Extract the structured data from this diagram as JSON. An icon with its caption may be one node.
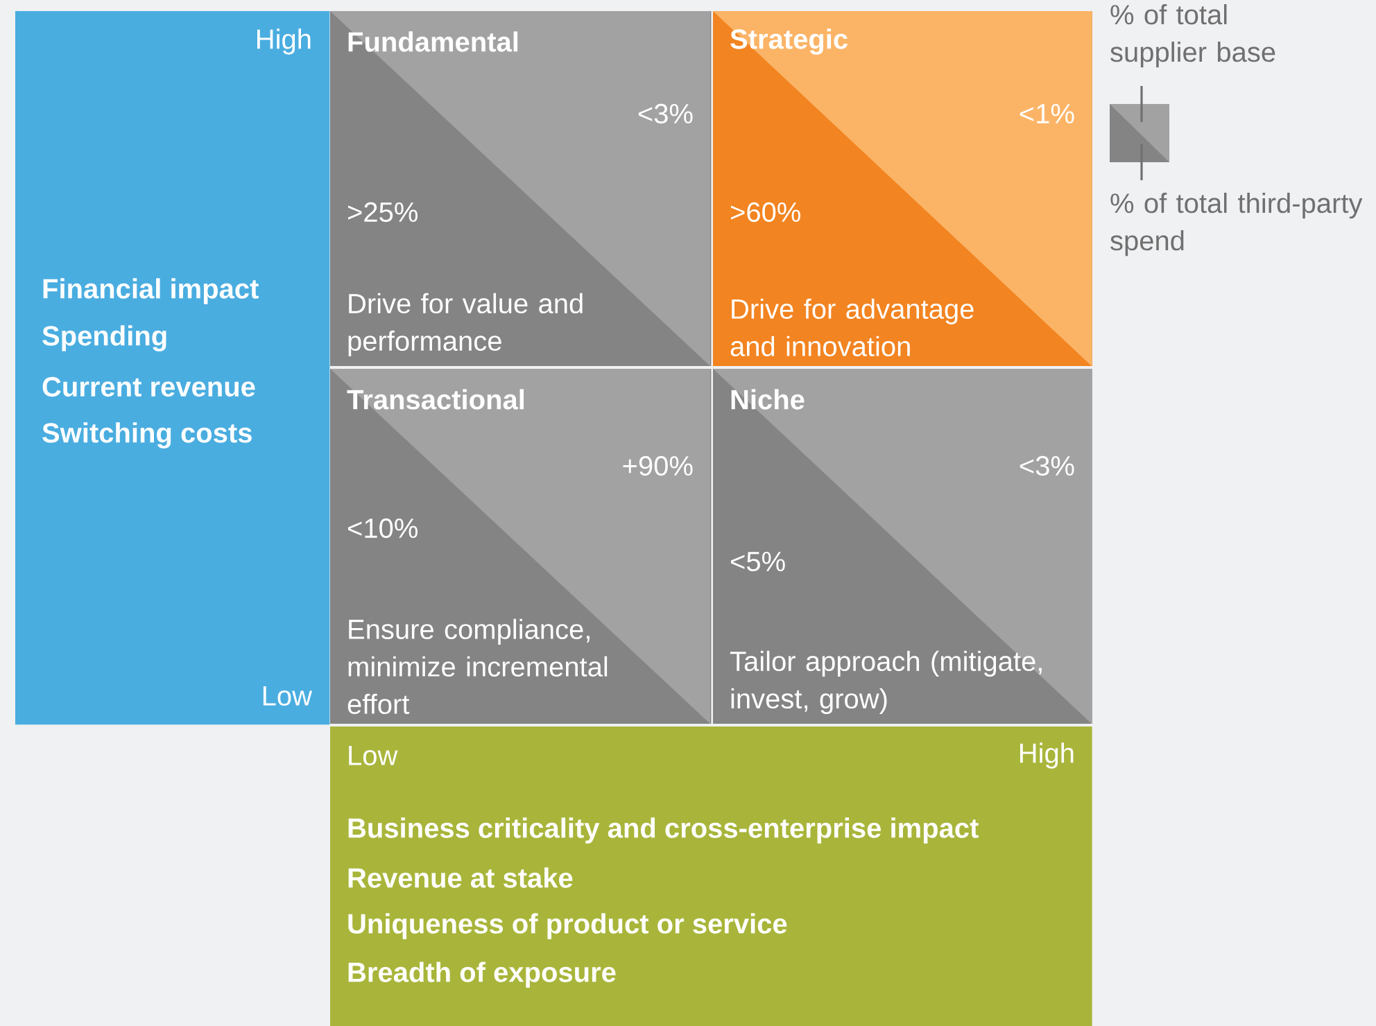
{
  "diagram": {
    "nodes": [
      {
        "text": [
          "High",
          "Financial impact",
          "Spending",
          "Current revenue",
          "Switching costs",
          "Low"
        ]
      },
      {
        "text": [
          "Fundamental",
          "<3%",
          ">25%",
          "Drive for value and performance"
        ]
      },
      {
        "text": [
          "Strategic",
          "<1%",
          ">60%",
          "Drive for advantage and innovation"
        ]
      },
      {
        "text": [
          "Transactional",
          "+90%",
          "<10%",
          "Ensure compliance, minimize incremental effort"
        ]
      },
      {
        "text": [
          "Niche",
          "<3%",
          "<5%",
          "Tailor approach (mitigate, invest, grow)"
        ]
      },
      {
        "text": [
          "Low",
          "High",
          "Business criticality and cross-enterprise impact",
          "Revenue at stake",
          "Uniqueness of product or service",
          "Breadth of exposure"
        ]
      }
    ],
    "legend": [
      {
        "text": "% of total supplier base"
      },
      {
        "text": "% of total third-party spend"
      }
    ]
  }
}
